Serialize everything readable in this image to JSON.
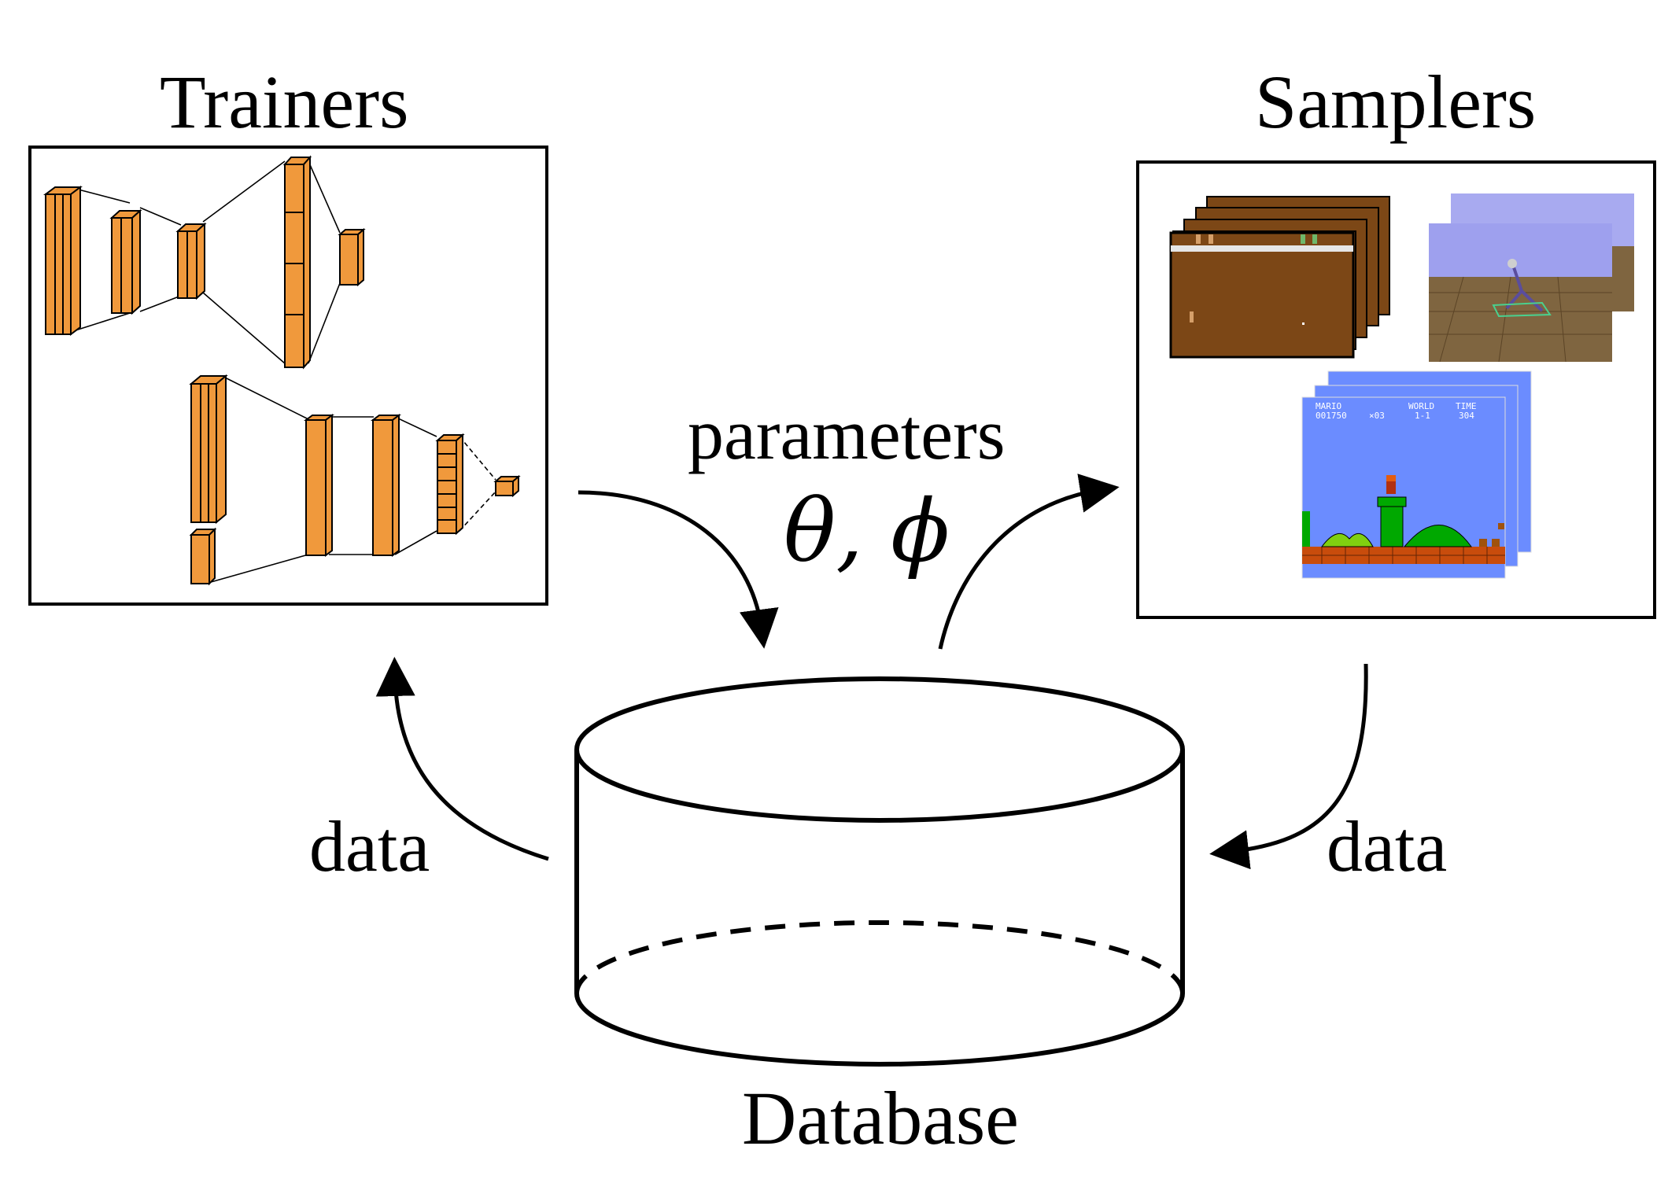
{
  "trainers": {
    "title": "Trainers"
  },
  "samplers": {
    "title": "Samplers",
    "game_hud": {
      "mario": "MARIO",
      "score": "001750",
      "coins": "×03",
      "world": "WORLD",
      "level": "1-1",
      "time": "TIME",
      "time_value": "304"
    }
  },
  "edges": {
    "parameters": "parameters",
    "parameters_symbols": "θ, ϕ",
    "data_left": "data",
    "data_right": "data"
  },
  "database": {
    "label": "Database"
  },
  "colors": {
    "layer_fill": "#f0993c",
    "layer_stroke": "#000000",
    "pong_bg": "#7c4716",
    "pong_green": "#6fb86a",
    "mario_sky": "#6b8cff",
    "mujoco_sky": "#9ea0ee",
    "mujoco_floor": "#7f6540"
  }
}
